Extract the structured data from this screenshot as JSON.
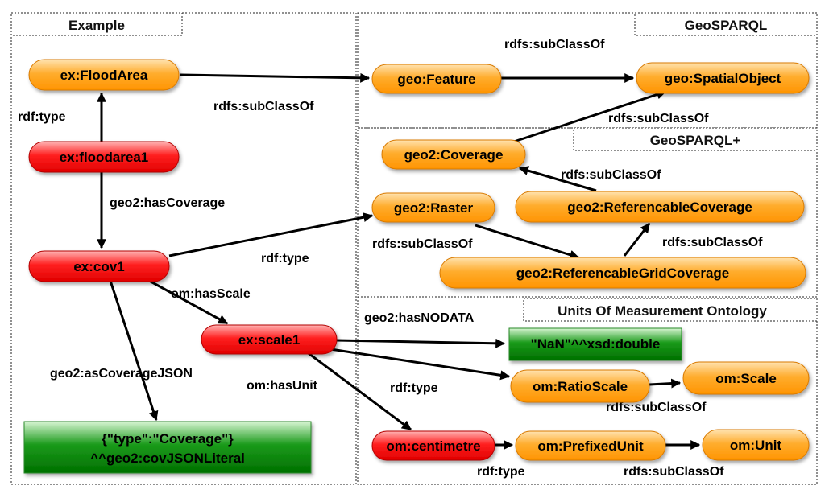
{
  "sections": {
    "example": "Example",
    "geosparql": "GeoSPARQL",
    "geosparql_plus": "GeoSPARQL+",
    "uom": "Units Of Measurement Ontology"
  },
  "nodes": {
    "floodarea_class": "ex:FloodArea",
    "floodarea1": "ex:floodarea1",
    "cov1": "ex:cov1",
    "scale1": "ex:scale1",
    "centimetre": "om:centimetre",
    "geo_feature": "geo:Feature",
    "geo_spatialobject": "geo:SpatialObject",
    "geo2_coverage": "geo2:Coverage",
    "geo2_raster": "geo2:Raster",
    "geo2_refcov": "geo2:ReferencableCoverage",
    "geo2_refgridcov": "geo2:ReferencableGridCoverage",
    "om_ratioscale": "om:RatioScale",
    "om_scale": "om:Scale",
    "om_prefixedunit": "om:PrefixedUnit",
    "om_unit": "om:Unit"
  },
  "literals": {
    "nan": "\"NaN\"^^xsd:double",
    "coverage_json_line1": "{\"type\":\"Coverage\"}",
    "coverage_json_line2": "^^geo2:covJSONLiteral"
  },
  "edges": {
    "subclass_feature_spatial": "rdfs:subClassOf",
    "subclass_floodarea_feature": "rdfs:subClassOf",
    "subclass_coverage_spatial": "rdfs:subClassOf",
    "rdftype_floodarea": "rdf:type",
    "subclass_refcov_coverage": "rdfs:subClassOf",
    "has_coverage": "geo2:hasCoverage",
    "subclass_raster_refgrid": "rdfs:subClassOf",
    "subclass_refgrid_refcov": "rdfs:subClassOf",
    "rdftype_cov1": "rdf:type",
    "has_scale": "om:hasScale",
    "has_nodata": "geo2:hasNODATA",
    "as_coverage_json": "geo2:asCoverageJSON",
    "has_unit": "om:hasUnit",
    "rdftype_scale1": "rdf:type",
    "subclass_ratioscale_scale": "rdfs:subClassOf",
    "rdftype_centimetre": "rdf:type",
    "subclass_prefixedunit_unit": "rdfs:subClassOf"
  },
  "colors": {
    "class_node": "#ffa31a",
    "instance_node": "#f20d0d",
    "literal_node": "#0c8a10",
    "edge": "#000000"
  }
}
